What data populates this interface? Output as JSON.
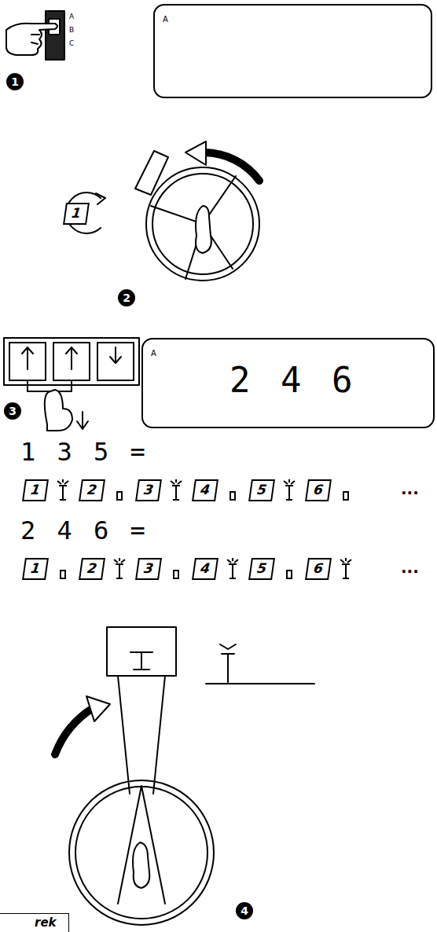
{
  "diagram": {
    "nodes": [
      {
        "text": [
          "A"
        ]
      },
      {
        "text": [
          "1"
        ]
      },
      {
        "text": [
          "A",
          "2 4 6"
        ]
      },
      {
        "text": [
          "1"
        ]
      },
      {
        "text": [
          "2"
        ]
      },
      {
        "text": [
          "3"
        ]
      },
      {
        "text": [
          "4"
        ]
      },
      {
        "text": [
          "5"
        ]
      },
      {
        "text": [
          "6"
        ]
      },
      {
        "text": [
          "1"
        ]
      },
      {
        "text": [
          "2"
        ]
      },
      {
        "text": [
          "3"
        ]
      },
      {
        "text": [
          "4"
        ]
      },
      {
        "text": [
          "5"
        ]
      },
      {
        "text": [
          "6"
        ]
      },
      {
        "text": [
          "rek"
        ]
      }
    ],
    "labels": [
      "A",
      "B",
      "C",
      "1",
      "2",
      "3",
      "4",
      "1 3 5 =",
      "2 4 6 =",
      "...",
      "..."
    ]
  }
}
